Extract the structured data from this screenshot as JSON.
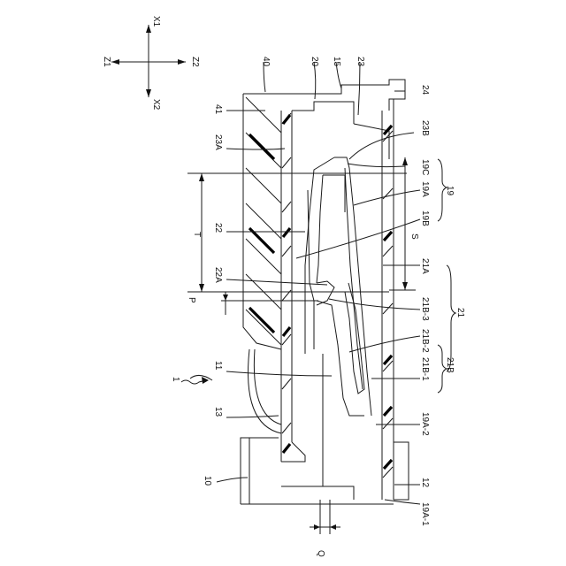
{
  "axes": {
    "x1": "X1",
    "x2": "X2",
    "z1": "Z1",
    "z2": "Z2"
  },
  "labels": {
    "l1": "1",
    "l10": "10",
    "l11": "11",
    "l12": "12",
    "l13": "13",
    "l15": "15",
    "l19": "19",
    "l19A": "19A",
    "l19A1": "19A-1",
    "l19A2": "19A-2",
    "l19B": "19B",
    "l19C": "19C",
    "l20": "20",
    "l21": "21",
    "l21A": "21A",
    "l21B": "21B",
    "l21B1": "21B-1",
    "l21B2": "21B-2",
    "l21B3": "21B-3",
    "l22": "22",
    "l22A": "22A",
    "l23": "23",
    "l23A": "23A",
    "l23B": "23B",
    "l24": "24",
    "l40": "40",
    "l41": "41",
    "lT": "T",
    "lS": "S",
    "lP": "P",
    "lQ": "Q"
  }
}
